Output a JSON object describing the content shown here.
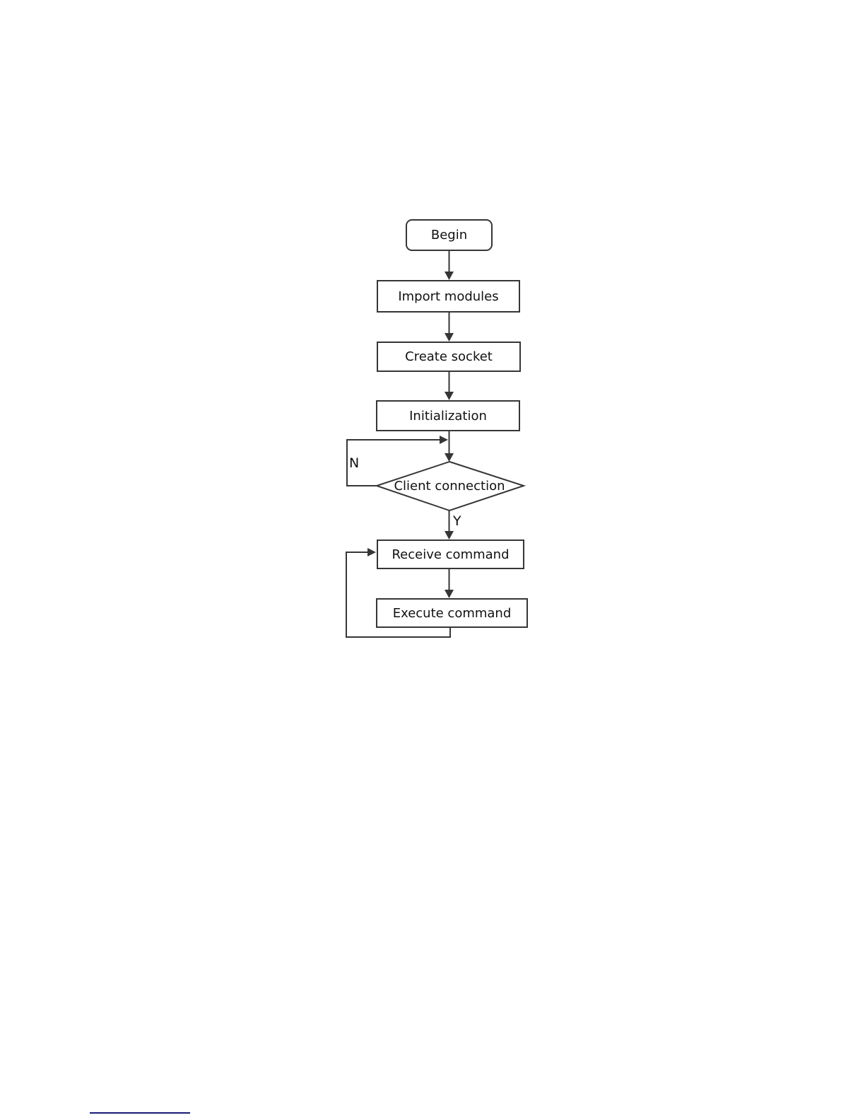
{
  "page": {
    "background_color": "#ffffff"
  },
  "flowchart": {
    "line_color": "#363636",
    "text_color": "#111111",
    "node_fill": "#ffffff",
    "nodes": [
      {
        "id": "begin",
        "type": "terminator",
        "label": "Begin"
      },
      {
        "id": "import-modules",
        "type": "process",
        "label": "Import modules"
      },
      {
        "id": "create-socket",
        "type": "process",
        "label": "Create socket"
      },
      {
        "id": "initialization",
        "type": "process",
        "label": "Initialization"
      },
      {
        "id": "client-connection",
        "type": "decision",
        "label": "Client connection"
      },
      {
        "id": "receive-command",
        "type": "process",
        "label": "Receive command"
      },
      {
        "id": "execute-command",
        "type": "process",
        "label": "Execute command"
      }
    ],
    "edges": [
      {
        "from": "begin",
        "to": "import-modules",
        "label": ""
      },
      {
        "from": "import-modules",
        "to": "create-socket",
        "label": ""
      },
      {
        "from": "create-socket",
        "to": "initialization",
        "label": ""
      },
      {
        "from": "initialization",
        "to": "client-connection",
        "label": ""
      },
      {
        "from": "client-connection",
        "to": "client-connection",
        "label": "N",
        "branch": "no"
      },
      {
        "from": "client-connection",
        "to": "receive-command",
        "label": "Y",
        "branch": "yes"
      },
      {
        "from": "receive-command",
        "to": "execute-command",
        "label": ""
      },
      {
        "from": "execute-command",
        "to": "receive-command",
        "label": ""
      }
    ]
  },
  "footer": {
    "divider_color": "#1a1a78"
  }
}
